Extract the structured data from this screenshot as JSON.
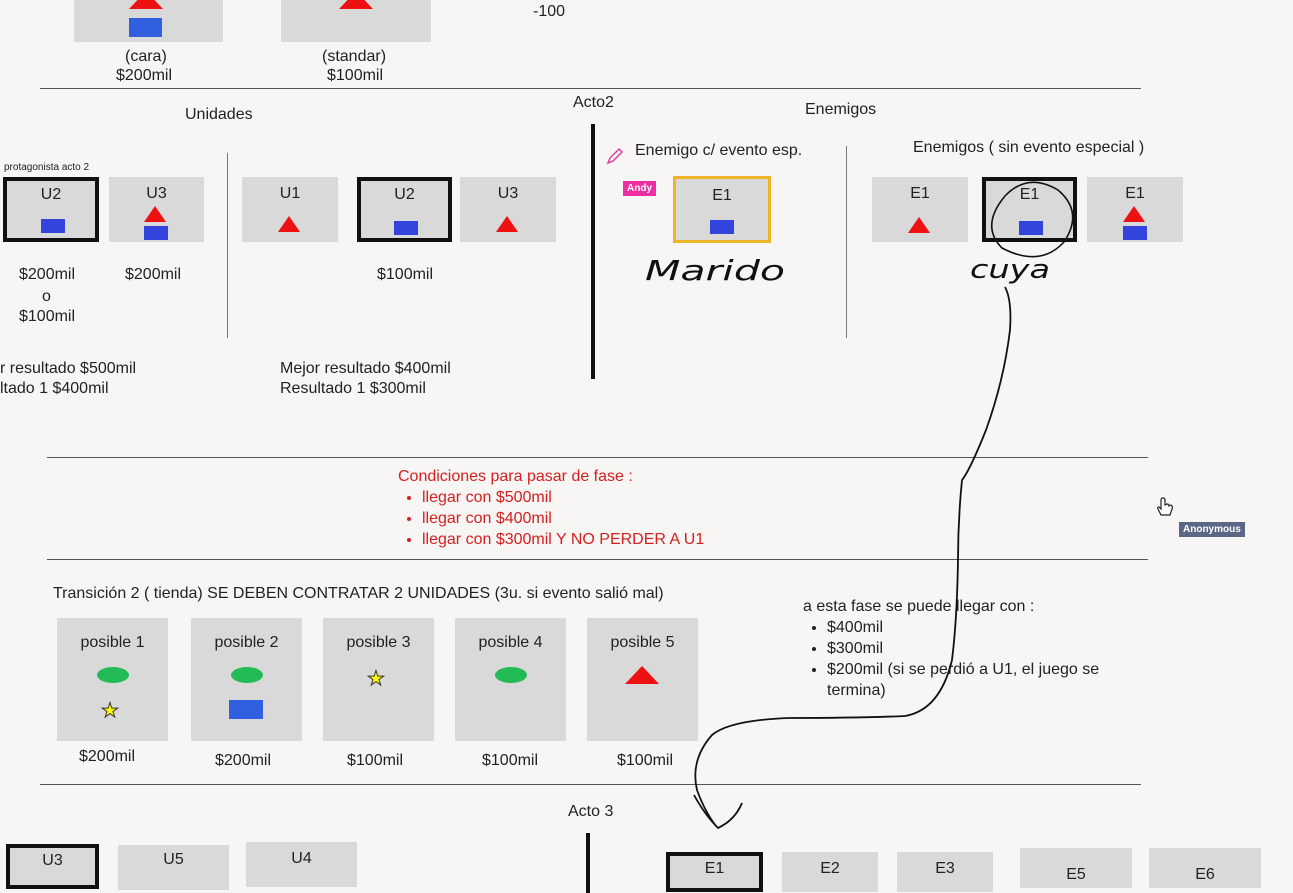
{
  "top": {
    "minus": "-100",
    "cara": "(cara)",
    "cara_price": "$200mil",
    "standar": "(standar)",
    "standar_price": "$100mil"
  },
  "act2": {
    "title": "Acto2",
    "units_header": "Unidades",
    "enemies_header": "Enemigos",
    "protagonist": "protagonista acto 2",
    "u2": "U2",
    "u3": "U3",
    "u1": "U1",
    "price_a1": "$200mil",
    "price_a2": "o",
    "price_a3": "$100mil",
    "price_b": "$200mil",
    "price_c": "$100mil",
    "result_left_1": "r resultado $500mil",
    "result_left_2": "ltado 1       $400mil",
    "result_mid_1": "Mejor resultado $400mil",
    "result_mid_2": "Resultado 1         $300mil",
    "enemy_special": "Enemigo c/ evento esp.",
    "enemy_regular": "Enemigos ( sin evento especial )",
    "e1": "E1",
    "author_tag": "Andy",
    "hand_note_1": "Marido",
    "hand_note_2": "cuya"
  },
  "conditions": {
    "title": "Condiciones para pasar de fase :",
    "items": [
      "llegar con $500mil",
      "llegar con $400mil",
      "llegar con $300mil Y NO PERDER A U1"
    ]
  },
  "cursor": {
    "label": "Anonymous"
  },
  "transition": {
    "title": "Transición 2 ( tienda)  SE DEBEN CONTRATAR 2 UNIDADES (3u. si evento salió mal)",
    "options": [
      {
        "label": "posible 1",
        "price": "$200mil"
      },
      {
        "label": "posible 2",
        "price": "$200mil"
      },
      {
        "label": "posible 3",
        "price": "$100mil"
      },
      {
        "label": "posible 4",
        "price": "$100mil"
      },
      {
        "label": "posible 5",
        "price": "$100mil"
      }
    ],
    "note_title": "a esta fase se puede llegar con :",
    "note_items": [
      "$400mil",
      "$300mil",
      "$200mil (si se perdió a U1, el juego se termina)"
    ]
  },
  "act3": {
    "title": "Acto 3",
    "u3": "U3",
    "u5": "U5",
    "u4": "U4",
    "e1": "E1",
    "e2": "E2",
    "e3": "E3",
    "e5": "E5",
    "e6": "E6"
  },
  "colors": {
    "accent_red": "#d42020",
    "unit_blue": "#3344dd",
    "enemy_red": "#ee1111",
    "shop_green": "#22bb55",
    "tag_pink": "#ee2ea0",
    "tag_slate": "#5a6886"
  }
}
